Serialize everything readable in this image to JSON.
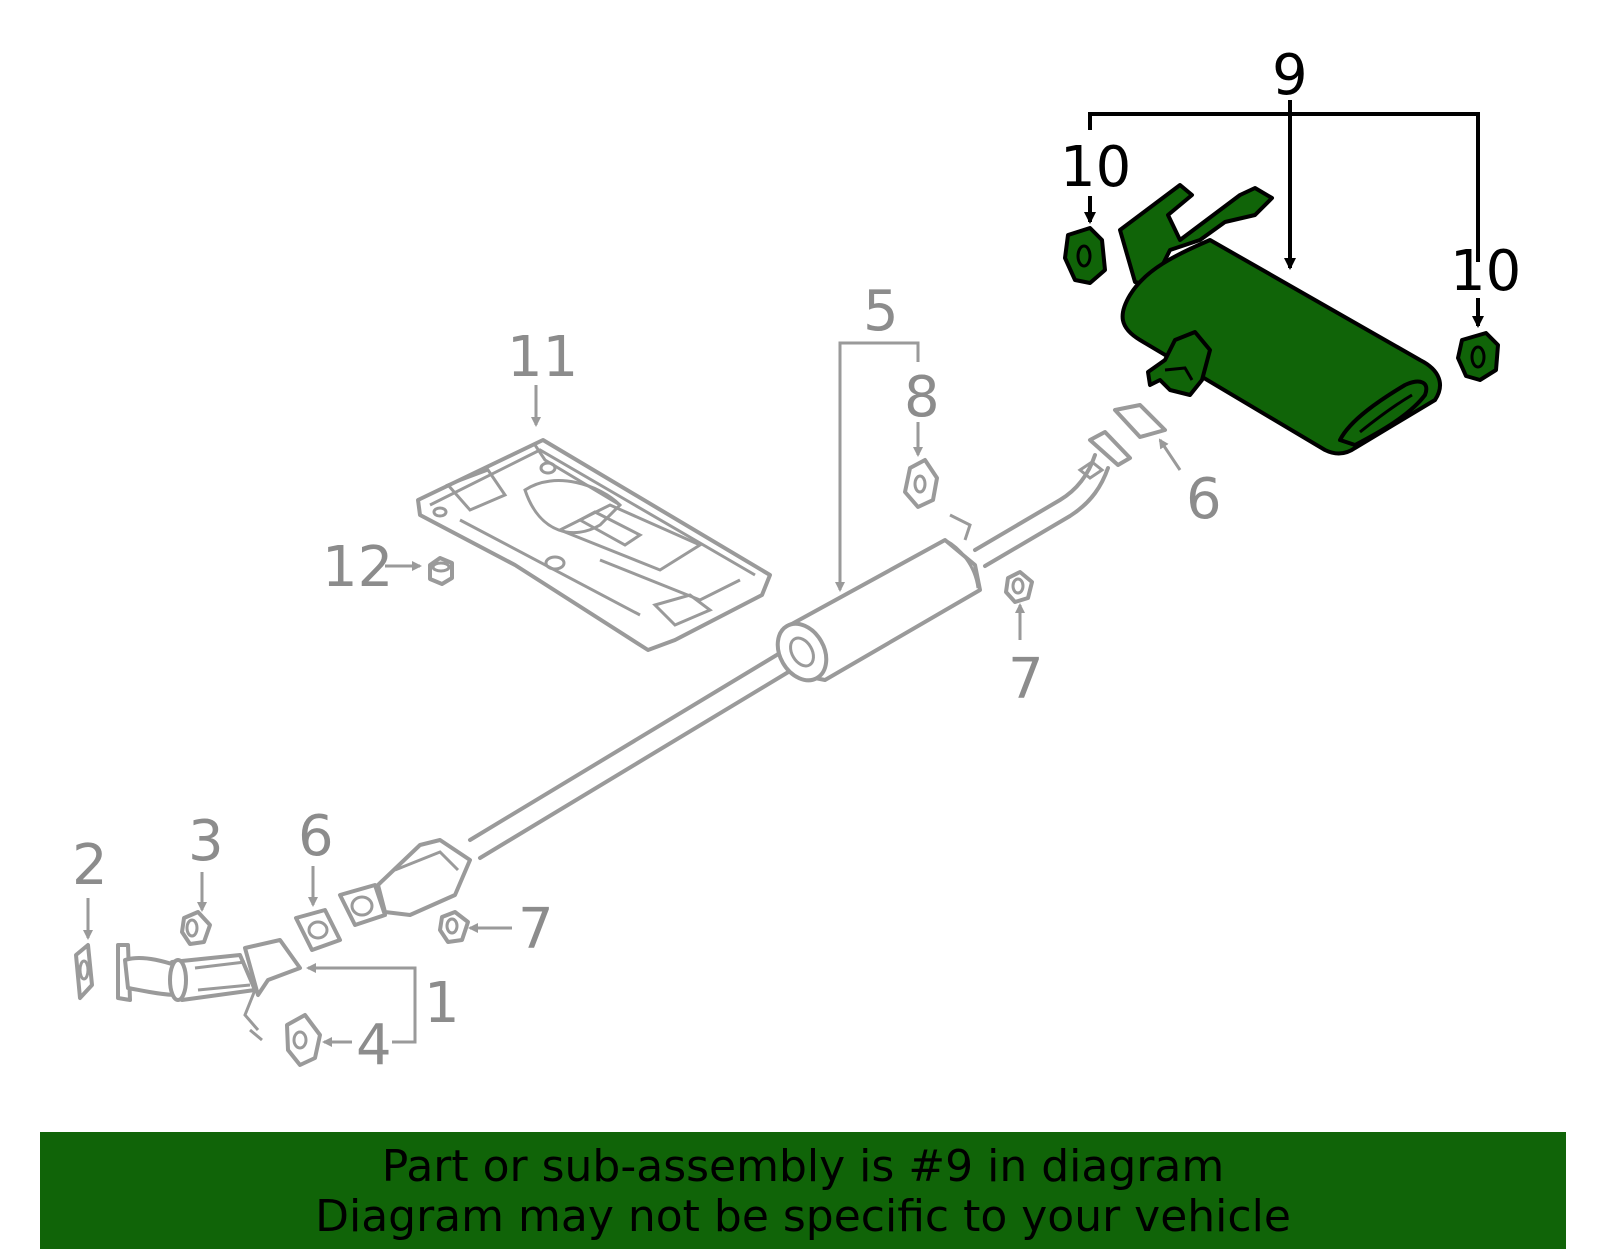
{
  "colors": {
    "highlight": "#106408",
    "part_outline": "#9a9a9a",
    "label_gray": "#8c8c8c",
    "label_highlight": "#000000"
  },
  "highlighted_part": "9",
  "callouts": [
    {
      "id": "c1",
      "text": "1",
      "highlighted": false
    },
    {
      "id": "c2",
      "text": "2",
      "highlighted": false
    },
    {
      "id": "c3",
      "text": "3",
      "highlighted": false
    },
    {
      "id": "c4",
      "text": "4",
      "highlighted": false
    },
    {
      "id": "c5",
      "text": "5",
      "highlighted": false
    },
    {
      "id": "c6a",
      "text": "6",
      "highlighted": false
    },
    {
      "id": "c6b",
      "text": "6",
      "highlighted": false
    },
    {
      "id": "c7a",
      "text": "7",
      "highlighted": false
    },
    {
      "id": "c7b",
      "text": "7",
      "highlighted": false
    },
    {
      "id": "c8",
      "text": "8",
      "highlighted": false
    },
    {
      "id": "c9",
      "text": "9",
      "highlighted": true
    },
    {
      "id": "c10a",
      "text": "10",
      "highlighted": true
    },
    {
      "id": "c10b",
      "text": "10",
      "highlighted": true
    },
    {
      "id": "c11",
      "text": "11",
      "highlighted": false
    },
    {
      "id": "c12",
      "text": "12",
      "highlighted": false
    }
  ],
  "banner": {
    "line1": "Part or sub-assembly is #9 in diagram",
    "line2": "Diagram may not be specific to your vehicle"
  }
}
